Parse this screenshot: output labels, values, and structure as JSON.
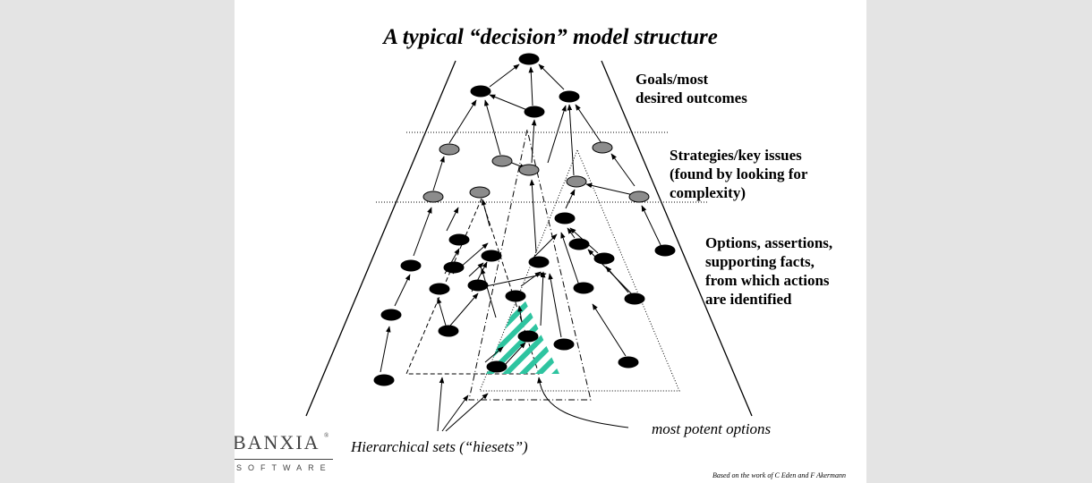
{
  "slide": {
    "title": "A typical “decision” model structure",
    "labels": {
      "goals": "Goals/most\ndesired outcomes",
      "strategies": "Strategies/key issues\n(found by looking for\ncomplexity)",
      "options": "Options, assertions,\nsupporting facts,\nfrom which actions\nare identified"
    },
    "annotations": {
      "hiesets": "Hierarchical sets (“hiesets”)",
      "potent": "most potent options"
    },
    "credit": "Based on the work of C Eden and F Akermann",
    "logo": {
      "name": "BANXIA",
      "registered": "®",
      "sub": "SOFTWARE"
    }
  },
  "colors": {
    "node_dark": "#000000",
    "node_grey": "#8c8c8c",
    "hatch": "#2ec4a0",
    "background": "#e4e4e4",
    "slide": "#ffffff"
  }
}
